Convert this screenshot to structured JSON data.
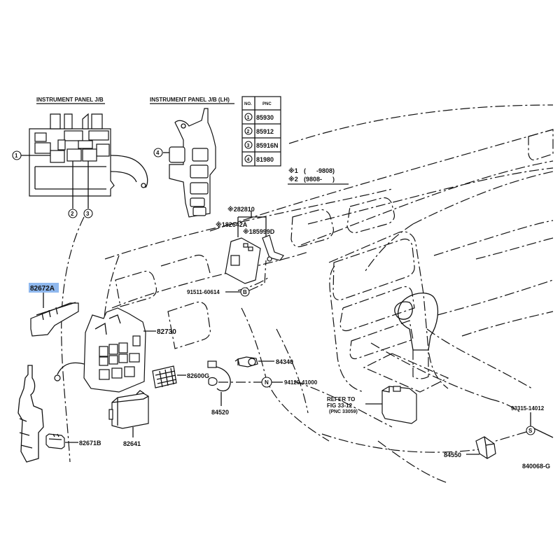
{
  "diagram": {
    "title_jb": "INSTRUMENT PANEL J/B",
    "title_jb_lh": "INSTRUMENT PANEL J/B (LH)",
    "drawing_number": "840068-G",
    "highlight_color": "#8fb8ee",
    "pnc_table": {
      "headers": [
        "NO.",
        "PNC"
      ],
      "rows": [
        {
          "no": "1",
          "pnc": "85930"
        },
        {
          "no": "2",
          "pnc": "85912"
        },
        {
          "no": "3",
          "pnc": "85916N"
        },
        {
          "no": "4",
          "pnc": "81980"
        }
      ]
    },
    "notes": [
      {
        "mark": "※1",
        "range": "(      -9808)"
      },
      {
        "mark": "※2",
        "range": "(9808-      )"
      }
    ],
    "callouts": {
      "c1": "1",
      "c2": "2",
      "c3": "3",
      "c4": "4"
    },
    "part_labels": {
      "p282810": "※282810",
      "p182642A": "※182642A",
      "p185999D": "※185999D",
      "p91511": "91511-60614",
      "sym_B": "B",
      "p82672A": "82672A",
      "p82730": "82730",
      "p84340": "84340",
      "p82600G": "82600G",
      "sym_N": "N",
      "p94120": "94120-41000",
      "p84520": "84520",
      "p82641": "82641",
      "p82671B": "82671B",
      "refer_1": "REFER TO",
      "refer_2": "FIG 33-12",
      "refer_3": "(PNC 33059)",
      "p93315": "93315-14012",
      "sym_S": "S",
      "p84550": "84550"
    }
  }
}
